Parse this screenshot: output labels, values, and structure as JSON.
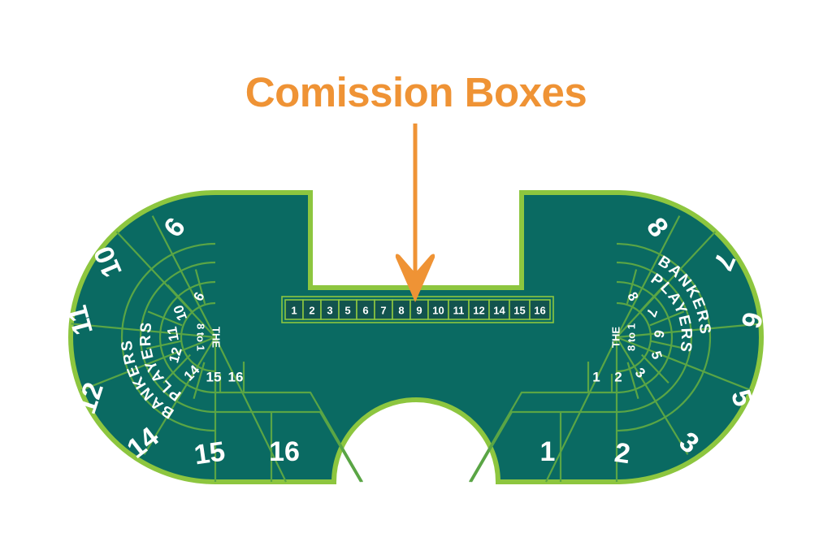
{
  "page": {
    "background_color": "#ffffff"
  },
  "annotation": {
    "title": "Comission Boxes",
    "title_color": "#ef9335",
    "arrow_color": "#ef9335",
    "arrow_name": "down-arrow",
    "points_to": "commission-boxes-strip"
  },
  "table": {
    "name": "baccarat-table-layout",
    "felt_color": "#0a6a62",
    "rail_color": "#8dc63f",
    "line_color": "#5aa545",
    "text_color": "#ffffff"
  },
  "commission_strip": {
    "label": "Comission Boxes",
    "boxes": [
      "1",
      "2",
      "3",
      "5",
      "6",
      "7",
      "8",
      "9",
      "10",
      "11",
      "12",
      "14",
      "15",
      "16"
    ]
  },
  "left_section": {
    "outer_numbers": [
      "6",
      "10",
      "11",
      "12",
      "14",
      "15",
      "16"
    ],
    "arc_outer_label": "BANKERS",
    "arc_inner_label": "PLAYERS",
    "inner_numbers": [
      "6",
      "10",
      "11",
      "12",
      "14",
      "15",
      "16"
    ],
    "center_label_top": "THE",
    "center_label_bottom": "8 to 1"
  },
  "right_section": {
    "outer_numbers": [
      "8",
      "7",
      "6",
      "5",
      "3",
      "2",
      "1"
    ],
    "arc_outer_label": "BANKERS",
    "arc_inner_label": "PLAYERS",
    "inner_numbers": [
      "8",
      "7",
      "6",
      "5",
      "3",
      "2",
      "1"
    ],
    "center_label_top": "THE",
    "center_label_bottom": "8 to 1"
  }
}
